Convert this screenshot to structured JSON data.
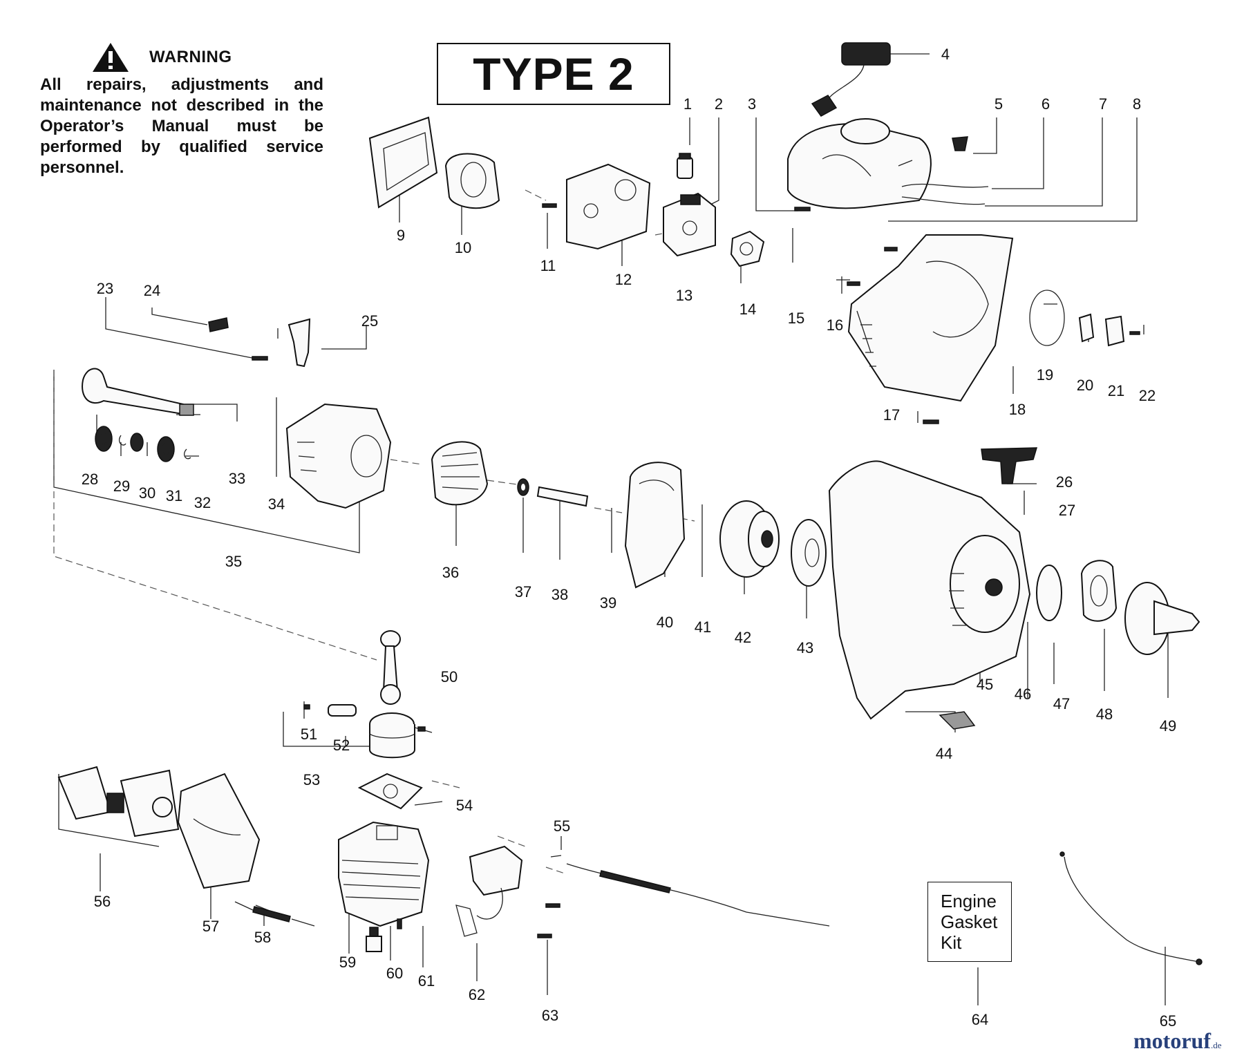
{
  "warning": {
    "title": "WARNING",
    "text": "All repairs, adjustments and maintenance not described in the Operator’s Manual must be performed by qualified service personnel."
  },
  "type_label": "TYPE 2",
  "kit_label": [
    "Engine",
    "Gasket",
    "Kit"
  ],
  "brand": {
    "name": "motoruf",
    "domain": ".de"
  },
  "part_numbers": [
    "1",
    "2",
    "3",
    "4",
    "5",
    "6",
    "7",
    "8",
    "9",
    "10",
    "11",
    "12",
    "13",
    "14",
    "15",
    "16",
    "17",
    "18",
    "19",
    "20",
    "21",
    "22",
    "23",
    "24",
    "25",
    "26",
    "27",
    "28",
    "29",
    "30",
    "31",
    "32",
    "33",
    "34",
    "35",
    "36",
    "37",
    "38",
    "39",
    "40",
    "41",
    "42",
    "43",
    "44",
    "45",
    "46",
    "47",
    "48",
    "49",
    "50",
    "51",
    "52",
    "53",
    "54",
    "55",
    "56",
    "57",
    "58",
    "59",
    "60",
    "61",
    "62",
    "63",
    "64",
    "65"
  ],
  "colors": {
    "line": "#111111",
    "background": "#ffffff",
    "brand": "#27407a",
    "brand_accent": "#d2322d"
  }
}
